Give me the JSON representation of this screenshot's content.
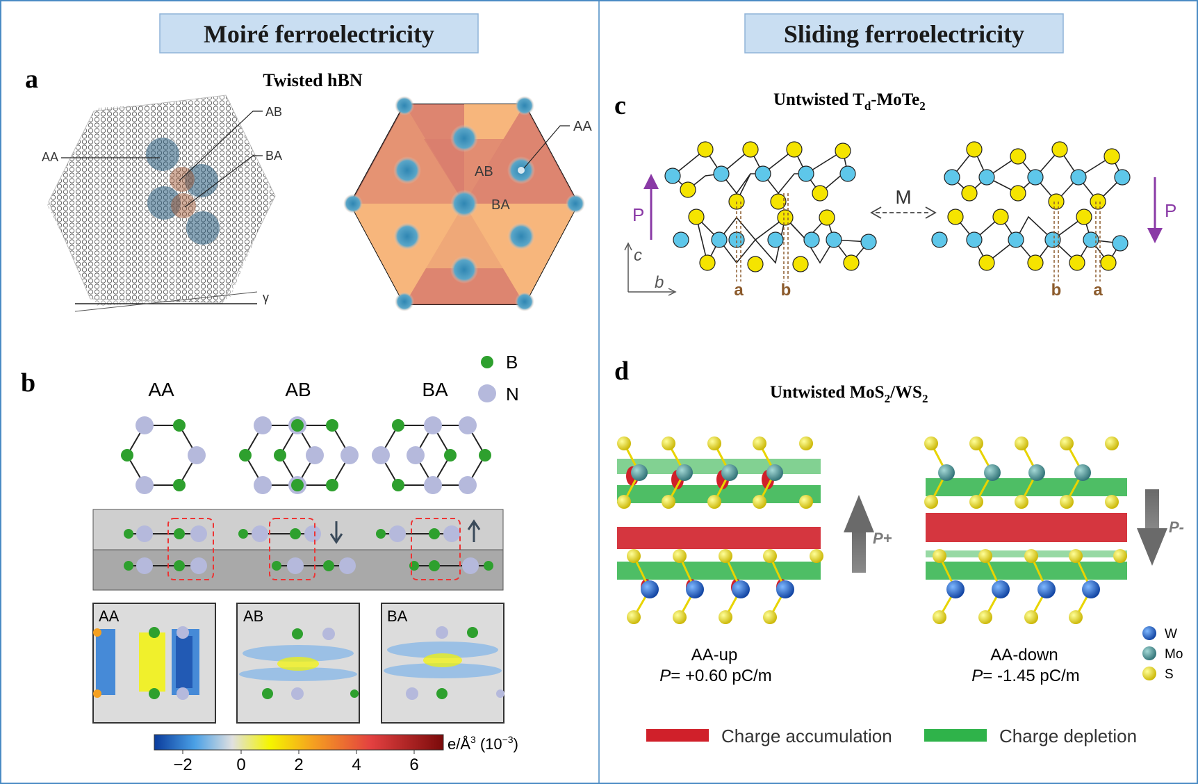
{
  "headers": {
    "left": "Moiré ferroelectricity",
    "right": "Sliding ferroelectricity"
  },
  "panel_a": {
    "letter": "a",
    "title": "Twisted hBN",
    "labels": {
      "aa_left": "AA",
      "ab_left": "AB",
      "ba_left": "BA",
      "twist": "γ",
      "aa_right": "AA",
      "ab_right": "AB",
      "ba_right": "BA"
    }
  },
  "panel_b": {
    "letter": "b",
    "legend": {
      "b": "B",
      "n": "N"
    },
    "stackings": [
      "AA",
      "AB",
      "BA"
    ],
    "map_labels": [
      "AA",
      "AB",
      "BA"
    ],
    "colorbar": {
      "ticks": [
        "−2",
        "0",
        "2",
        "4",
        "6"
      ],
      "unit": "e/Å",
      "unit_sup": "3",
      "unit_scale": "(10",
      "unit_scale_sup": "−3",
      "unit_scale_end": ")"
    }
  },
  "panel_c": {
    "letter": "c",
    "title_pre": "Untwisted T",
    "title_sub1": "d",
    "title_mid": "-MoTe",
    "title_sub2": "2",
    "p_left": "P",
    "p_right": "P",
    "m": "M",
    "axis_c": "c",
    "axis_b": "b",
    "sites_left": [
      "a",
      "b"
    ],
    "sites_right": [
      "b",
      "a"
    ]
  },
  "panel_d": {
    "letter": "d",
    "title_pre": "Untwisted MoS",
    "title_sub1": "2",
    "title_mid": "/WS",
    "title_sub2": "2",
    "left_state": "AA-up",
    "left_value_p": "P",
    "left_value": "= +0.60 pC/m",
    "right_state": "AA-down",
    "right_value_p": "P",
    "right_value": "= -1.45 pC/m",
    "arrow_left": "P+",
    "arrow_right": "P-",
    "atoms": [
      "W",
      "Mo",
      "S"
    ],
    "legend_accum": "Charge accumulation",
    "legend_depl": "Charge depletion"
  },
  "colors": {
    "frame": "#4a8bc4",
    "header_bg": "#c9def2",
    "boron": "#2ea02e",
    "nitrogen": "#b5b9dc",
    "te_yellow": "#f5e400",
    "mo_blue": "#5ec7ea",
    "purple": "#8a3aa6",
    "brown": "#8b5a2b",
    "accum": "#d0202a",
    "depl": "#2fb34a"
  }
}
